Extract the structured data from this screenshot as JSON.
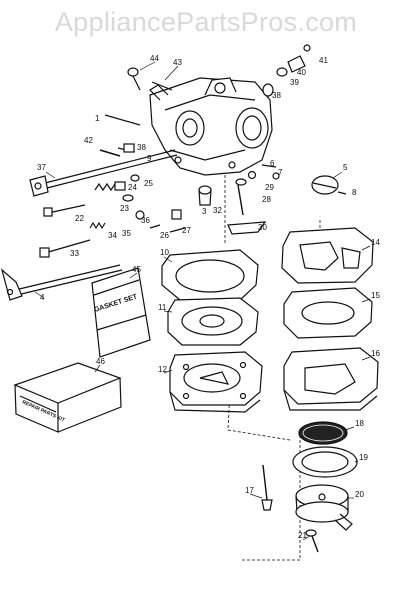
{
  "watermark": {
    "text": "AppliancePartsPros.com"
  },
  "parts": {
    "p1": "1",
    "p3": "3",
    "p4": "4",
    "p5": "5",
    "p6": "6",
    "p7": "7",
    "p8": "8",
    "p9": "9",
    "p10": "10",
    "p11": "11",
    "p12": "12",
    "p14": "14",
    "p15": "15",
    "p16": "16",
    "p17": "17",
    "p18": "18",
    "p19": "19",
    "p20": "20",
    "p21": "21",
    "p22": "22",
    "p23": "23",
    "p24": "24",
    "p25": "25",
    "p26": "26",
    "p27": "27",
    "p28": "28",
    "p29": "29",
    "p30": "30",
    "p32": "32",
    "p33": "33",
    "p34": "34",
    "p35": "35",
    "p36": "36",
    "p37": "37",
    "p38": "38",
    "p39": "39",
    "p40": "40",
    "p41": "41",
    "p42": "42",
    "p43": "43",
    "p44": "44",
    "p45": "45",
    "p46": "46"
  },
  "gasket_set": {
    "label": "GASKET SET"
  },
  "repair_kit": {
    "label": "REPAIR PARTS KIT"
  }
}
